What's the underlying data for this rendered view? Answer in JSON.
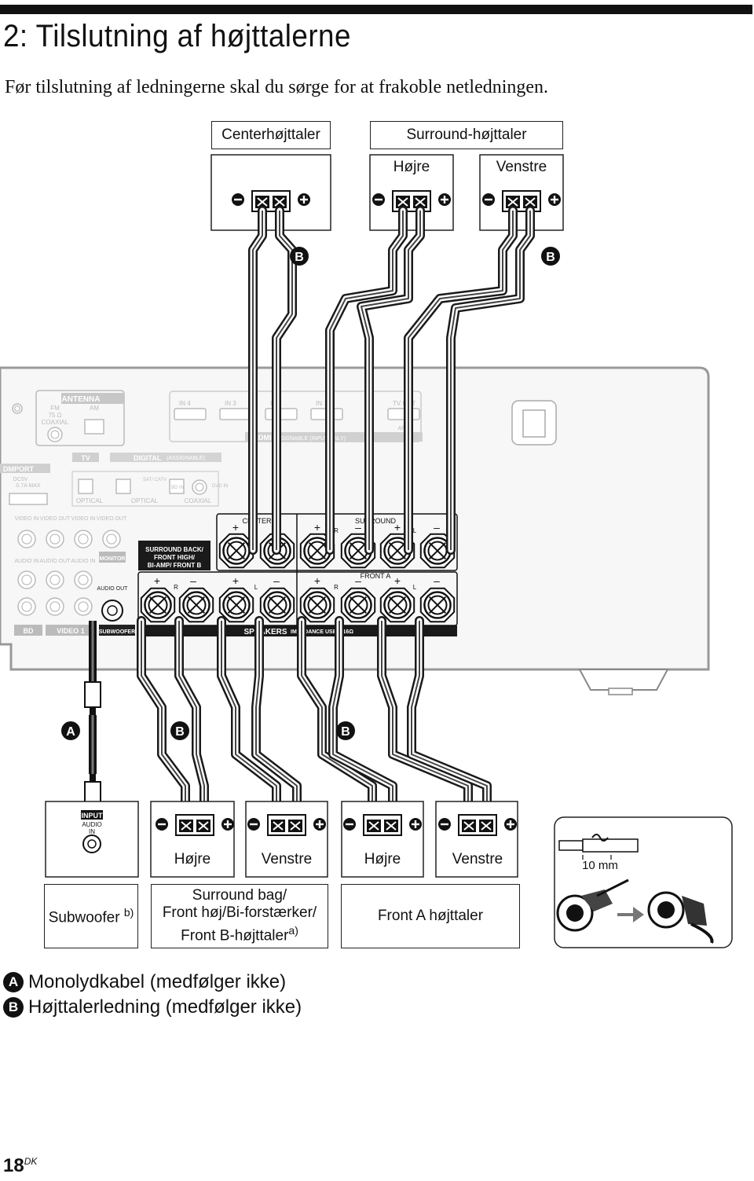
{
  "page": {
    "title": "2: Tilslutning af højttalerne",
    "subtitle": "Før tilslutning af ledningerne skal du sørge for at frakoble netledningen.",
    "page_number": "18",
    "page_suffix": "DK"
  },
  "top_speakers": {
    "center_label": "Centerhøjttaler",
    "surround_label": "Surround-højttaler",
    "right_label": "Højre",
    "left_label": "Venstre"
  },
  "bottom_speakers": {
    "right_label": "Højre",
    "left_label": "Venstre",
    "subwoofer_label": "Subwoofer",
    "subwoofer_note": "b)",
    "surround_back_label_1": "Surround bag/",
    "surround_back_label_2": "Front høj/Bi-forstærker/",
    "surround_back_label_3": "Front B-højttaler",
    "surround_back_note": "a)",
    "front_a_label": "Front A højttaler",
    "strip_length": "10 mm",
    "input_label": "INPUT",
    "audio_in_label_1": "AUDIO",
    "audio_in_label_2": "IN"
  },
  "callouts": {
    "a": "A",
    "b": "B"
  },
  "legend": {
    "a_letter": "A",
    "a_text": "Monolydkabel (medfølger ikke)",
    "b_letter": "B",
    "b_text": "Højttalerledning (medfølger ikke)"
  },
  "receiver": {
    "antenna": "ANTENNA",
    "fm": "FM",
    "ohm": "75 Ω",
    "coaxial": "COAXIAL",
    "am": "AM",
    "hdmi_in4": "IN 4",
    "hdmi_in3": "IN 3",
    "hdmi_in2": "IN 2",
    "hdmi_in1": "IN 1",
    "tv_out": "TV OUT",
    "arc": "ARC",
    "hdmi_label": "HDMI",
    "hdmi_assignable": "ASSIGNABLE (INPUT ONLY)",
    "tv": "TV",
    "digital": "DIGITAL",
    "digital_assignable": "(ASSIGNABLE)",
    "dmport": "DMPORT",
    "dmport_spec_1": "DC5V",
    "dmport_spec_2": "0.7A MAX",
    "optical": "OPTICAL",
    "coaxial_digital": "COAXIAL",
    "sat_catv": "SAT/ CATV",
    "bd_in": "BD IN",
    "dvd_in": "DVD IN",
    "video_in": "VIDEO IN",
    "video_out": "VIDEO OUT",
    "audio_in": "AUDIO IN",
    "audio_out": "AUDIO OUT",
    "monitor": "MONITOR",
    "bd": "BD",
    "video1": "VIDEO 1",
    "subwoofer": "SUBWOOFER",
    "surround_back_1": "SURROUND BACK/",
    "surround_back_2": "FRONT HIGH/",
    "surround_back_3": "BI-AMP/ FRONT B",
    "center": "CENTER",
    "surround": "SURROUND",
    "front_a": "FRONT A",
    "speakers": "SPEAKERS",
    "impedance": "IMPEDANCE USE 8-16Ω",
    "r": "R",
    "l": "L"
  },
  "colors": {
    "ink": "#111111",
    "panel": "#f4f4f4",
    "panel_line": "#b0b0b0",
    "wire_dark": "#222222",
    "wire_light": "#ffffff"
  }
}
